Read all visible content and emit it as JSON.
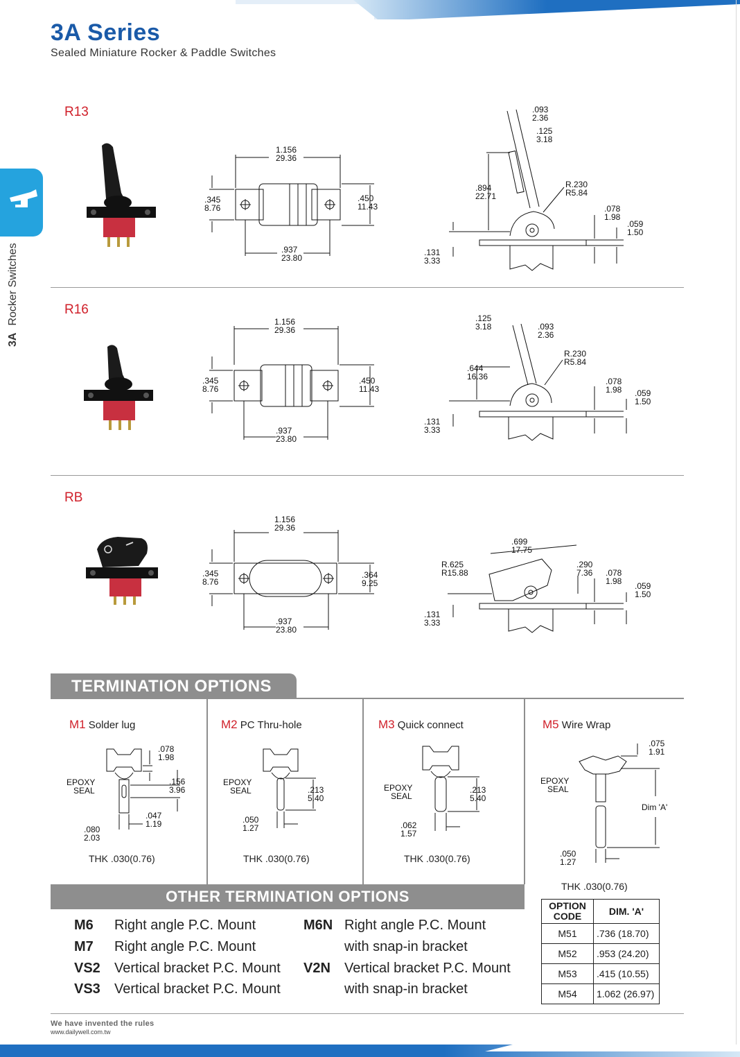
{
  "header": {
    "title": "3A Series",
    "subtitle": "Sealed Miniature Rocker & Paddle Switches"
  },
  "sidebar": {
    "code": "3A",
    "label": "Rocker Switches"
  },
  "colors": {
    "accent_blue": "#1a5aa8",
    "tab_blue": "#25a3de",
    "model_red": "#d0202a",
    "header_gray": "#8e8e8e"
  },
  "models": [
    {
      "name": "R13",
      "top": {
        "length": [
          ".937",
          "23.80"
        ],
        "overall": [
          "1.156",
          "29.36"
        ],
        "width": [
          ".345",
          "8.76"
        ],
        "height": [
          ".450",
          "11.43"
        ]
      },
      "side": {
        "a": [
          ".093",
          "2.36"
        ],
        "b": [
          ".125",
          "3.18"
        ],
        "h": [
          ".894",
          "22.71"
        ],
        "r": [
          "R.230",
          "R5.84"
        ],
        "t1": [
          ".078",
          "1.98"
        ],
        "t2": [
          ".059",
          "1.50"
        ],
        "base": [
          ".131",
          "3.33"
        ]
      }
    },
    {
      "name": "R16",
      "top": {
        "length": [
          ".937",
          "23.80"
        ],
        "overall": [
          "1.156",
          "29.36"
        ],
        "width": [
          ".345",
          "8.76"
        ],
        "height": [
          ".450",
          "11.43"
        ]
      },
      "side": {
        "a": [
          ".093",
          "2.36"
        ],
        "b": [
          ".125",
          "3.18"
        ],
        "h": [
          ".644",
          "16.36"
        ],
        "r": [
          "R.230",
          "R5.84"
        ],
        "t1": [
          ".078",
          "1.98"
        ],
        "t2": [
          ".059",
          "1.50"
        ],
        "base": [
          ".131",
          "3.33"
        ]
      }
    },
    {
      "name": "RB",
      "top": {
        "length": [
          ".937",
          "23.80"
        ],
        "overall": [
          "1.156",
          "29.36"
        ],
        "width": [
          ".345",
          "8.76"
        ],
        "height": [
          ".364",
          "9.25"
        ]
      },
      "side": {
        "a": [
          ".699",
          "17.75"
        ],
        "b": [
          ".290",
          "7.36"
        ],
        "r": [
          "R.625",
          "R15.88"
        ],
        "t1": [
          ".078",
          "1.98"
        ],
        "t2": [
          ".059",
          "1.50"
        ],
        "base": [
          ".131",
          "3.33"
        ]
      }
    }
  ],
  "termination": {
    "heading": "TERMINATION OPTIONS",
    "options": [
      {
        "code": "M1",
        "name": "Solder lug",
        "thk": "THK .030(0.76)",
        "epoxy": [
          "EPOXY",
          "SEAL"
        ],
        "dims": {
          "a": [
            ".078",
            "1.98"
          ],
          "b": [
            ".156",
            "3.96"
          ],
          "c": [
            ".047",
            "1.19"
          ],
          "d": [
            ".080",
            "2.03"
          ]
        }
      },
      {
        "code": "M2",
        "name": "PC Thru-hole",
        "thk": "THK .030(0.76)",
        "epoxy": [
          "EPOXY",
          "SEAL"
        ],
        "dims": {
          "a": [
            ".213",
            "5.40"
          ],
          "b": [
            ".050",
            "1.27"
          ]
        }
      },
      {
        "code": "M3",
        "name": "Quick connect",
        "thk": "THK .030(0.76)",
        "epoxy": [
          "EPOXY",
          "SEAL"
        ],
        "dims": {
          "a": [
            ".213",
            "5.40"
          ],
          "b": [
            ".062",
            "1.57"
          ]
        }
      },
      {
        "code": "M5",
        "name": "Wire Wrap",
        "thk": "THK .030(0.76)",
        "epoxy": [
          "EPOXY",
          "SEAL"
        ],
        "dims": {
          "a": [
            ".075",
            "1.91"
          ],
          "b": [
            ".050",
            "1.27"
          ],
          "dim_label": "Dim 'A'"
        }
      }
    ]
  },
  "other": {
    "heading": "OTHER TERMINATION OPTIONS",
    "left": [
      {
        "code": "M6",
        "desc": "Right angle P.C. Mount"
      },
      {
        "code": "M7",
        "desc": "Right angle P.C. Mount"
      },
      {
        "code": "VS2",
        "desc": "Vertical bracket P.C. Mount"
      },
      {
        "code": "VS3",
        "desc": "Vertical bracket P.C. Mount"
      }
    ],
    "right": [
      {
        "code": "M6N",
        "desc": "Right angle P.C. Mount",
        "desc2": "with snap-in bracket"
      },
      {
        "code": "V2N",
        "desc": "Vertical bracket P.C. Mount",
        "desc2": "with snap-in bracket"
      }
    ]
  },
  "option_table": {
    "headers": [
      "OPTION CODE",
      "DIM. 'A'"
    ],
    "rows": [
      [
        "M51",
        ".736 (18.70)"
      ],
      [
        "M52",
        ".953 (24.20)"
      ],
      [
        "M53",
        ".415 (10.55)"
      ],
      [
        "M54",
        "1.062 (26.97)"
      ]
    ]
  },
  "footer": {
    "slogan": "We have invented the rules",
    "url": "www.dailywell.com.tw"
  }
}
